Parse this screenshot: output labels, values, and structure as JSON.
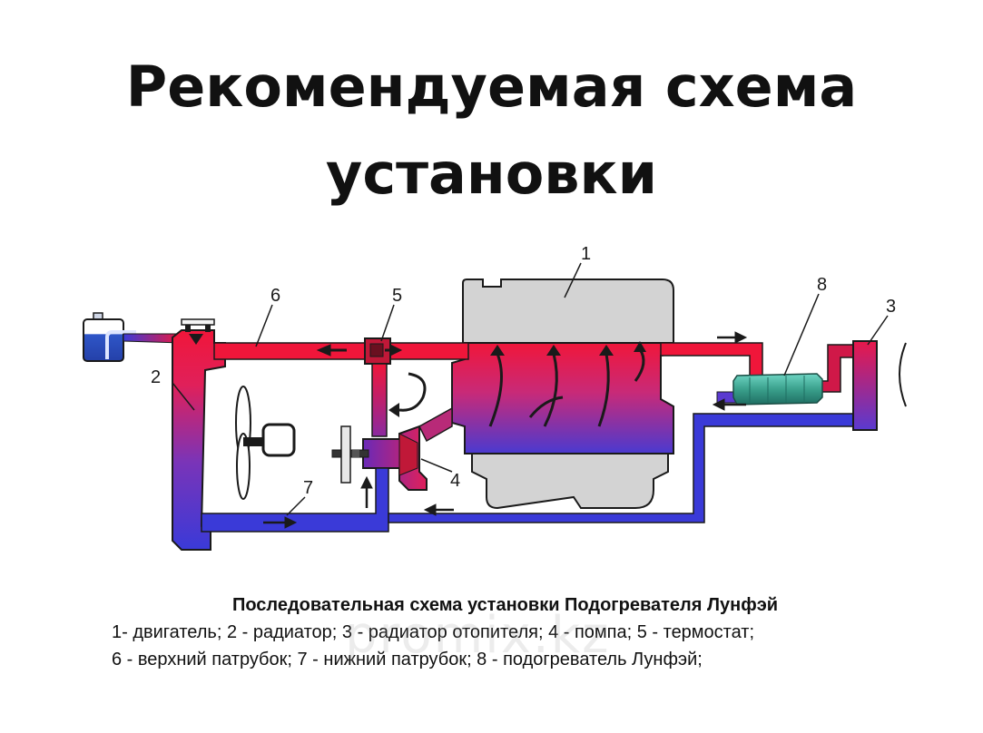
{
  "title": {
    "line1": "Рекомендуемая схема",
    "line2": "установки"
  },
  "labels": {
    "engine": "1",
    "radiator": "2",
    "heater_radiator": "3",
    "pump": "4",
    "thermostat": "5",
    "upper_hose": "6",
    "lower_hose": "7",
    "heater": "8"
  },
  "caption": {
    "heading": "Последовательная схема установки Подогревателя Лунфэй",
    "legend_line1": "1- двигатель; 2 - радиатор; 3 - радиатор отопителя; 4 - помпа; 5 - термостат;",
    "legend_line2": "6 - верхний патрубок; 7 - нижний патрубок; 8 - подогреватель Лунфэй;"
  },
  "watermark": "promix.kz",
  "colors": {
    "hot": "#f0163a",
    "cold": "#3a3ad8",
    "engine_block": "#d3d3d3",
    "heater_body": "#3aa08c",
    "expansion_tank": "#2f56c8"
  }
}
